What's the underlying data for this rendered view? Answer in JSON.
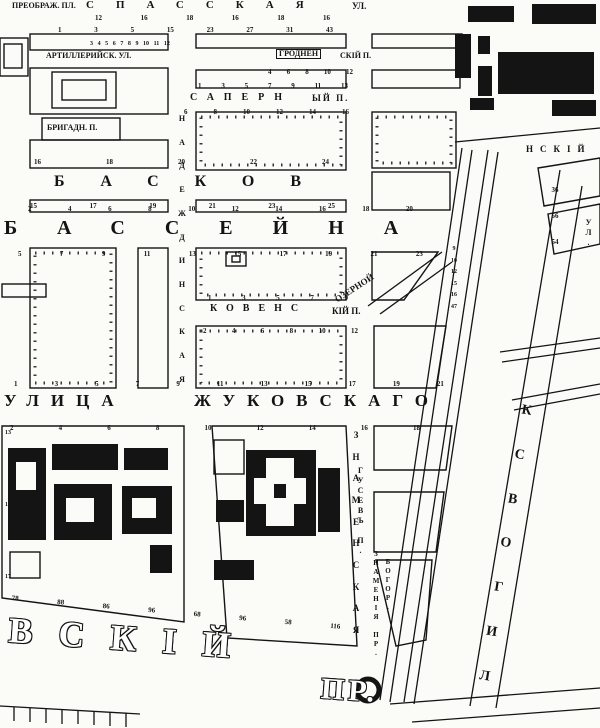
{
  "colors": {
    "ink": "#141414",
    "paper": "#fbfbf8"
  },
  "labels": {
    "preobrazh_pl": "ПРЕОБРАЖ. ПЛ.",
    "spasskaya": "СПАССКАЯ",
    "spasskaya_suffix": "УЛ.",
    "artilleriyskaya": "АРТИЛЛЕРИЙСК. УЛ.",
    "grodnensky_1": "ГРОДНЕН",
    "grodnensky_2": "СКІЙ П.",
    "saperny_1": "САПЕРН",
    "saperny_2": "ЫЙ П.",
    "brigadny": "БРИГАДН. П.",
    "baskov": "БАСКОВ",
    "basseynaya": "БАССЕЙНА",
    "kovensky_1": "КОВЕНС",
    "kovensky_2": "КІЙ П.",
    "ozerny": "ОЗЕРНОЙ",
    "ulitsa": "УЛИЦА",
    "zhukovskogo": "ЖУКОВСКАГО",
    "gusev": "ГУСЕВЪ П.",
    "nevsky_1": "ВСКІЙ",
    "nevsky_2": "ПР.",
    "right_fragment": "НСКІЙ",
    "right_ul": "УЛ.",
    "church_caption_1": "ЗНАМЕНІЯ ПР.",
    "church_caption_2": "БОГОР."
  },
  "letter_columns": {
    "nadezhdinskaya": [
      "Н",
      "А",
      "Д",
      "Е",
      "Ж",
      "Д",
      "И",
      "Н",
      "С",
      "К",
      "А",
      "Я"
    ],
    "znamenskaya": [
      "З",
      "Н",
      "А",
      "М",
      "Е",
      "Н",
      "С",
      "К",
      "А",
      "Я"
    ],
    "ligovsky": [
      "К",
      "С",
      "В",
      "О",
      "Г",
      "И",
      "Л"
    ]
  },
  "numbers": {
    "spasskaya_north": [
      "12",
      "16",
      "18",
      "16",
      "18",
      "16"
    ],
    "spasskaya_south": [
      "1",
      "3",
      "5",
      "15",
      "23",
      "27",
      "31",
      "43"
    ],
    "artilleriyskaya_row": [
      "3",
      "4",
      "5",
      "6",
      "7",
      "8",
      "9",
      "10",
      "11",
      "12"
    ],
    "grodnensky_south": [
      "4",
      "6",
      "8",
      "10",
      "12"
    ],
    "saperny_north": [
      "1",
      "3",
      "5",
      "7",
      "9",
      "11",
      "13"
    ],
    "saperny_south": [
      "6",
      "8",
      "10",
      "12",
      "14",
      "16"
    ],
    "baskov_north": [
      "16",
      "18",
      "20",
      "22",
      "24"
    ],
    "baskov_south": [
      "15",
      "17",
      "19",
      "21",
      "23",
      "25"
    ],
    "basseynaya_north": [
      "2",
      "4",
      "6",
      "8",
      "10",
      "12",
      "14",
      "16",
      "18",
      "20"
    ],
    "basseynaya_south": [
      "5",
      "7",
      "9",
      "11",
      "13",
      "15",
      "17",
      "19",
      "21",
      "23"
    ],
    "kovensky_north": [
      "1",
      "3",
      "5",
      "7",
      "9"
    ],
    "kovensky_south": [
      "2",
      "4",
      "6",
      "8",
      "10",
      "12"
    ],
    "zhukovskogo_north": [
      "1",
      "3",
      "5",
      "7",
      "9",
      "11",
      "13",
      "15",
      "17",
      "19",
      "21"
    ],
    "zhukovskogo_south": [
      "2",
      "4",
      "6",
      "8",
      "10",
      "12",
      "14",
      "16",
      "18"
    ],
    "nevsky_row": [
      "78",
      "88",
      "86",
      "96",
      "68",
      "96",
      "58",
      "116"
    ],
    "junction_cluster": [
      "9",
      "10",
      "12",
      "15",
      "16",
      "47"
    ],
    "right_cluster": [
      "36",
      "56",
      "54"
    ],
    "left_edge_column": [
      "13",
      "15",
      "17"
    ]
  }
}
